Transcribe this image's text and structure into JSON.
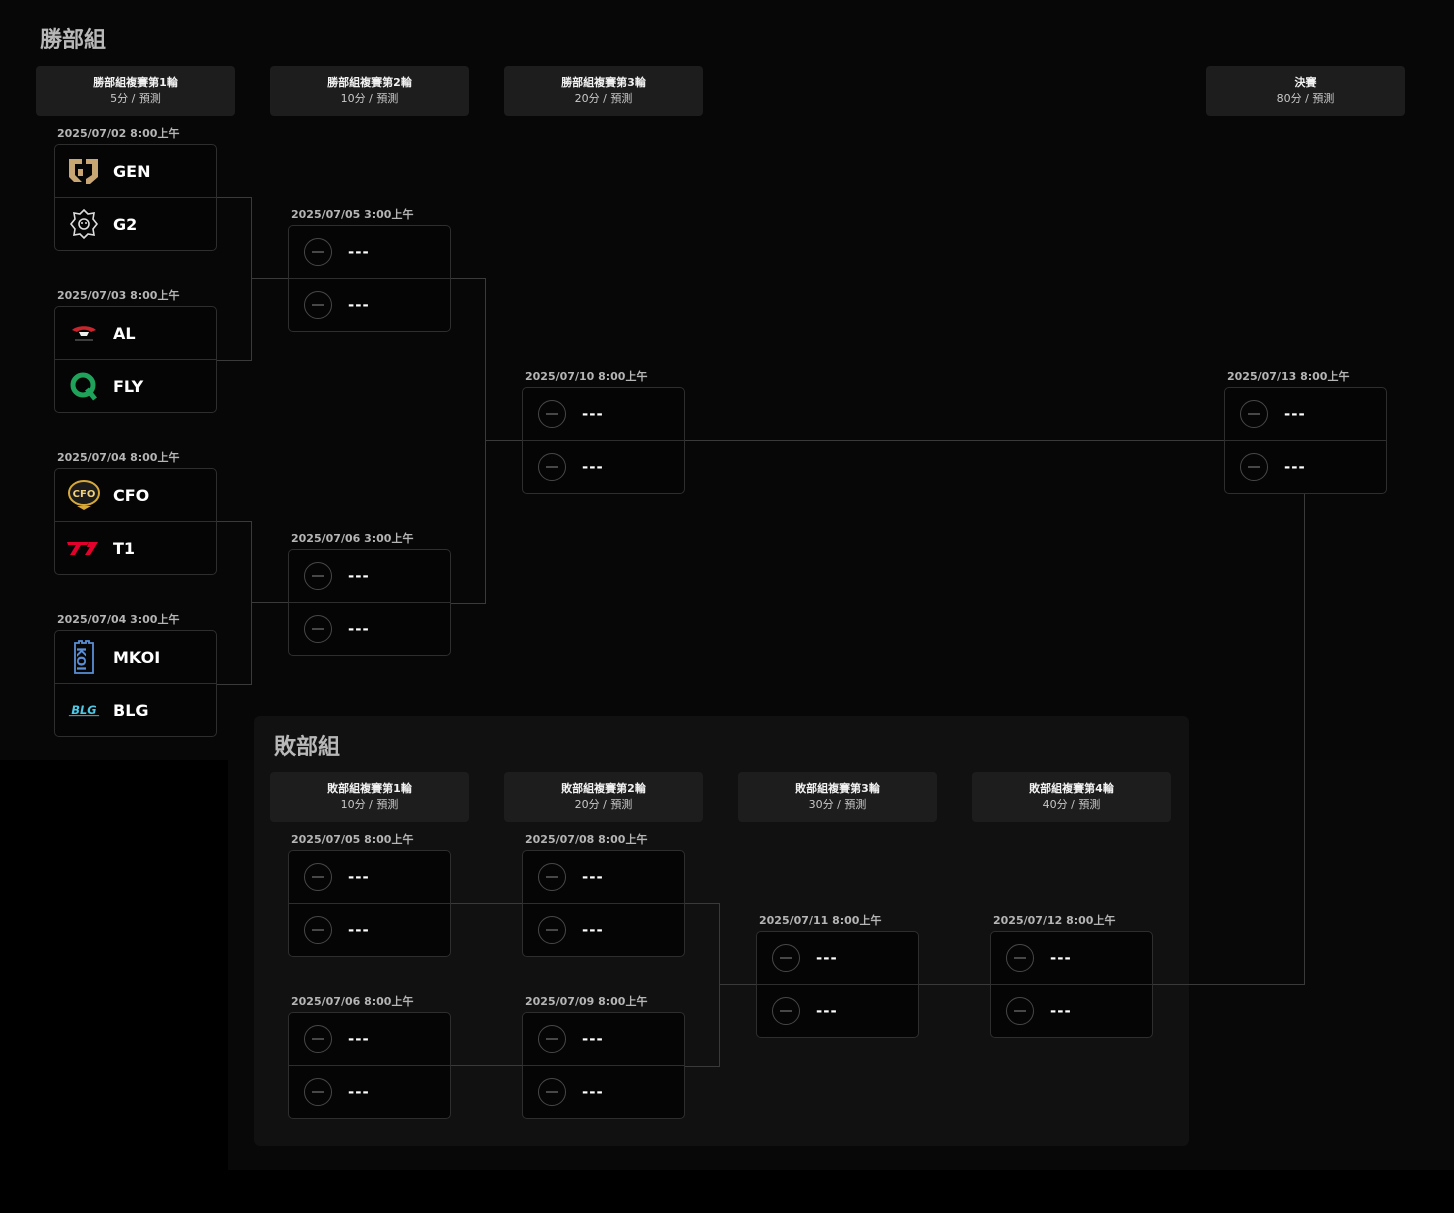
{
  "winners": {
    "title": "勝部組",
    "rounds": [
      {
        "name": "勝部組複賽第1輪",
        "points": "5分 / 預測"
      },
      {
        "name": "勝部組複賽第2輪",
        "points": "10分 / 預測"
      },
      {
        "name": "勝部組複賽第3輪",
        "points": "20分 / 預測"
      },
      {
        "name": "決賽",
        "points": "80分 / 預測"
      }
    ],
    "matches": [
      {
        "date": "2025/07/02 8:00上午",
        "teams": [
          {
            "name": "GEN",
            "logo": "gen-logo"
          },
          {
            "name": "G2",
            "logo": "g2-logo"
          }
        ]
      },
      {
        "date": "2025/07/03 8:00上午",
        "teams": [
          {
            "name": "AL",
            "logo": "al-logo"
          },
          {
            "name": "FLY",
            "logo": "fly-logo"
          }
        ]
      },
      {
        "date": "2025/07/04 8:00上午",
        "teams": [
          {
            "name": "CFO",
            "logo": "cfo-logo"
          },
          {
            "name": "T1",
            "logo": "t1-logo"
          }
        ]
      },
      {
        "date": "2025/07/04 3:00上午",
        "teams": [
          {
            "name": "MKOI",
            "logo": "mkoi-logo"
          },
          {
            "name": "BLG",
            "logo": "blg-logo"
          }
        ]
      },
      {
        "date": "2025/07/05 3:00上午",
        "teams": [
          {
            "name": "---"
          },
          {
            "name": "---"
          }
        ]
      },
      {
        "date": "2025/07/06 3:00上午",
        "teams": [
          {
            "name": "---"
          },
          {
            "name": "---"
          }
        ]
      },
      {
        "date": "2025/07/10 8:00上午",
        "teams": [
          {
            "name": "---"
          },
          {
            "name": "---"
          }
        ]
      },
      {
        "date": "2025/07/13 8:00上午",
        "teams": [
          {
            "name": "---"
          },
          {
            "name": "---"
          }
        ]
      }
    ]
  },
  "losers": {
    "title": "敗部組",
    "rounds": [
      {
        "name": "敗部組複賽第1輪",
        "points": "10分 / 預測"
      },
      {
        "name": "敗部組複賽第2輪",
        "points": "20分 / 預測"
      },
      {
        "name": "敗部組複賽第3輪",
        "points": "30分 / 預測"
      },
      {
        "name": "敗部組複賽第4輪",
        "points": "40分 / 預測"
      }
    ],
    "matches": [
      {
        "date": "2025/07/05 8:00上午",
        "teams": [
          {
            "name": "---"
          },
          {
            "name": "---"
          }
        ]
      },
      {
        "date": "2025/07/06 8:00上午",
        "teams": [
          {
            "name": "---"
          },
          {
            "name": "---"
          }
        ]
      },
      {
        "date": "2025/07/08 8:00上午",
        "teams": [
          {
            "name": "---"
          },
          {
            "name": "---"
          }
        ]
      },
      {
        "date": "2025/07/09 8:00上午",
        "teams": [
          {
            "name": "---"
          },
          {
            "name": "---"
          }
        ]
      },
      {
        "date": "2025/07/11 8:00上午",
        "teams": [
          {
            "name": "---"
          },
          {
            "name": "---"
          }
        ]
      },
      {
        "date": "2025/07/12 8:00上午",
        "teams": [
          {
            "name": "---"
          },
          {
            "name": "---"
          }
        ]
      }
    ]
  },
  "colors": {
    "background": "#000000",
    "panel": "#111111",
    "header": "#1d1d1d",
    "line": "#3a3a3a",
    "gen_gold": "#c8a673",
    "fly_green": "#1fa35a",
    "t1_red": "#e2012d",
    "blg_cyan": "#4fc9e6",
    "mkoi_blue": "#5a8fd6"
  }
}
